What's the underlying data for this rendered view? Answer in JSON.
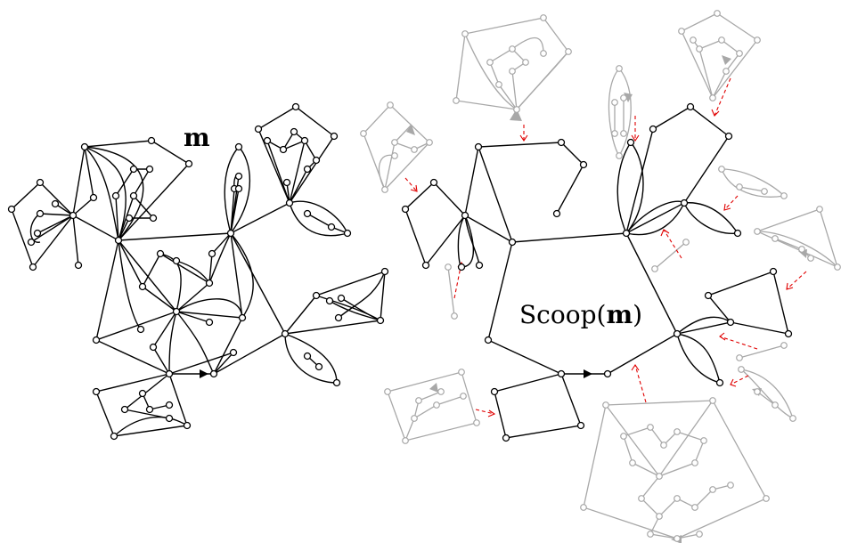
{
  "left_map": {
    "label": "m"
  },
  "right_map": {
    "label_prefix": "Scoop(",
    "label_bold": "m",
    "label_suffix": ")"
  },
  "colors": {
    "edge": "#000000",
    "faded_edge": "#a8a8a8",
    "arrow": "#e00000",
    "vertex_fill": "#ffffff"
  }
}
